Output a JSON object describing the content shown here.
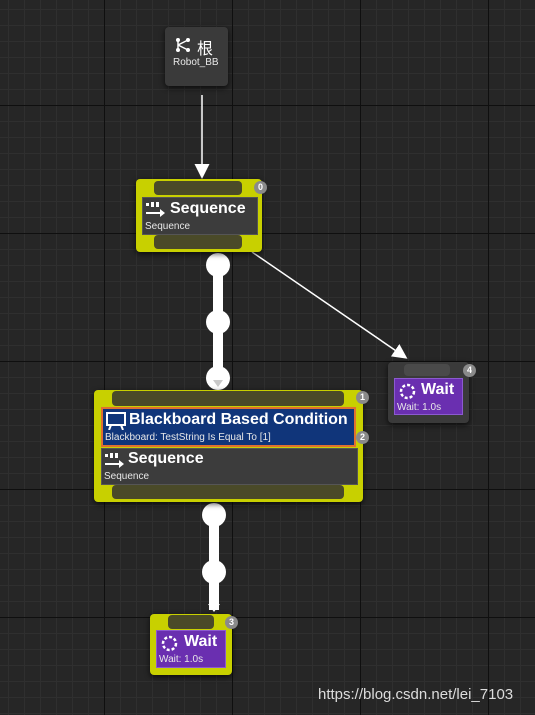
{
  "root": {
    "label": "根",
    "subtitle": "Robot_BB"
  },
  "seq_top": {
    "title": "Sequence",
    "subtitle": "Sequence",
    "index": "0"
  },
  "wait_right": {
    "title": "Wait",
    "subtitle": "Wait: 1.0s",
    "index": "4"
  },
  "seq_mid": {
    "decorator_title": "Blackboard Based Condition",
    "decorator_subtitle": "Blackboard: TestString Is Equal To [1]",
    "decorator_index": "1",
    "title": "Sequence",
    "subtitle": "Sequence",
    "index": "2"
  },
  "wait_bottom": {
    "title": "Wait",
    "subtitle": "Wait: 1.0s",
    "index": "3"
  },
  "watermark": "https://blog.csdn.net/lei_7103",
  "colors": {
    "composite": "#c8d000",
    "task": "#6a2fb0",
    "decorator": "#10357a",
    "background": "#262626"
  }
}
